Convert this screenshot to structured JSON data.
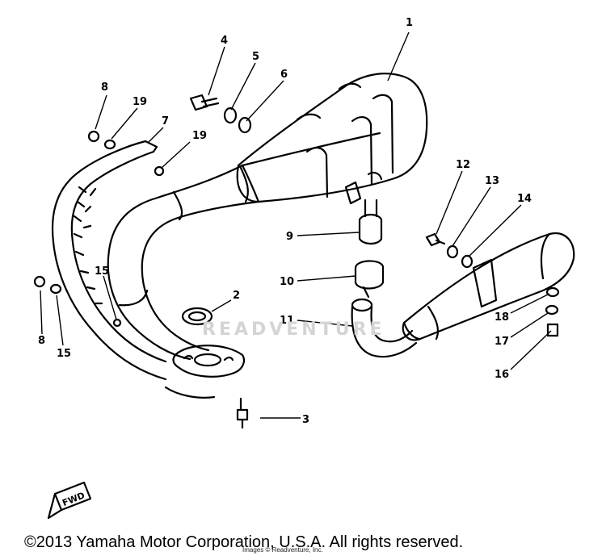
{
  "callouts": [
    "1",
    "2",
    "3",
    "4",
    "5",
    "6",
    "7",
    "8",
    "8",
    "9",
    "10",
    "11",
    "12",
    "13",
    "14",
    "15",
    "15",
    "16",
    "17",
    "18",
    "19",
    "19"
  ],
  "fwd_label": "FWD",
  "watermark": "READVENTURE",
  "copyright": "©2013 Yamaha Motor Corporation, U.S.A. All rights reserved.",
  "small_copy": "Images © Readventure, Inc."
}
